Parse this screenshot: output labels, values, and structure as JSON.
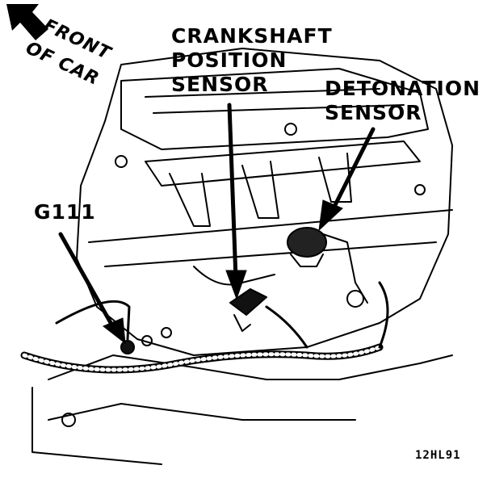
{
  "labels": {
    "front_line1": "FRONT",
    "front_line2": "OF CAR",
    "crank_line1": "CRANKSHAFT",
    "crank_line2": "POSITION",
    "crank_line3": "SENSOR",
    "det_line1": "DETONATION",
    "det_line2": "SENSOR",
    "ground": "G111",
    "figure_code": "12HL91"
  },
  "colors": {
    "ink": "#000000",
    "paper": "#ffffff"
  }
}
